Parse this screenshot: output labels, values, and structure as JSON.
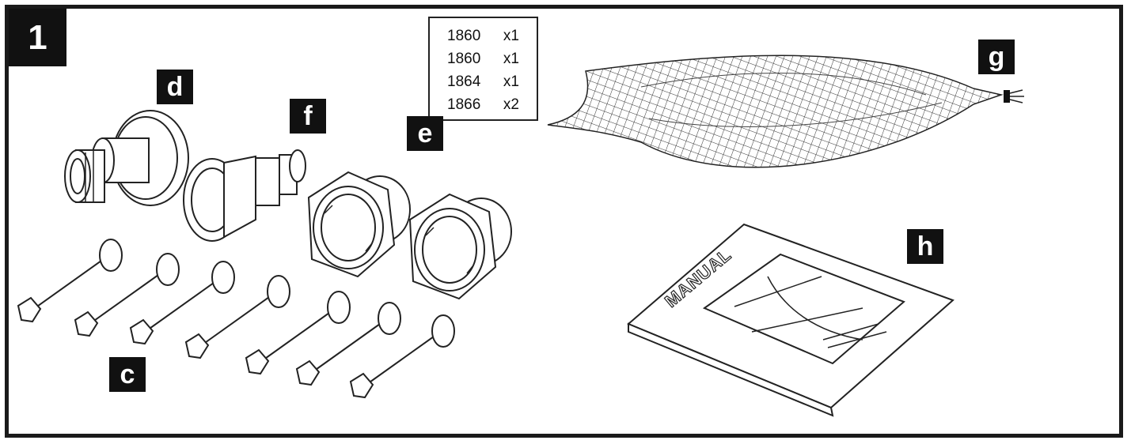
{
  "step": {
    "number": "1"
  },
  "labels": {
    "c": "c",
    "d": "d",
    "e": "e",
    "f": "f",
    "g": "g",
    "h": "h"
  },
  "quantities": [
    {
      "code": "1860",
      "qty": "x1"
    },
    {
      "code": "1860",
      "qty": "x1"
    },
    {
      "code": "1864",
      "qty": "x1"
    },
    {
      "code": "1866",
      "qty": "x2"
    }
  ],
  "manual": {
    "cover_text": "MANUAL"
  }
}
